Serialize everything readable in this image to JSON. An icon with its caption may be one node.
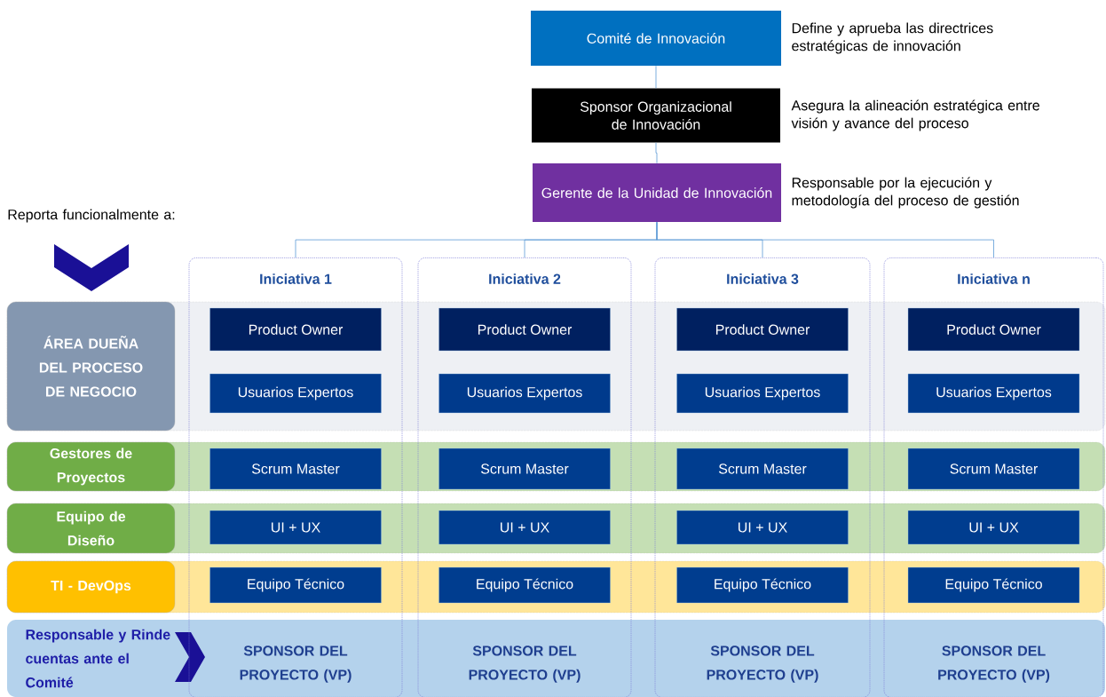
{
  "diagram": {
    "nodes": [
      {
        "text": [
          "Comité de Innovación"
        ],
        "beside": [
          "Define y aprueba las directrices estratégicas de innovación"
        ]
      },
      {
        "text": [
          "Sponsor Organizacional de Innovación"
        ],
        "beside": [
          "Asegura la alineación estratégica entre visión y avance del proceso"
        ]
      },
      {
        "text": [
          "Gerente de la Unidad de Innovación"
        ],
        "beside": [
          "Responsable por la ejecución y metodología del proceso de gestión"
        ]
      },
      {
        "text": [
          "ÁREA DUEÑA DEL PROCESO DE NEGOCIO"
        ]
      },
      {
        "text": [
          "Gestores de Proyectos"
        ]
      },
      {
        "text": [
          "Equipo de Diseño"
        ]
      },
      {
        "text": [
          "TI - DevOps"
        ]
      },
      {
        "text": [
          "Responsable y Rinde cuentas ante el Comité"
        ]
      },
      {
        "text": [
          "Iniciativa 1"
        ]
      },
      {
        "text": [
          "Product Owner"
        ],
        "in": 8
      },
      {
        "text": [
          "Usuarios Expertos"
        ],
        "in": 8
      },
      {
        "text": [
          "Scrum Master"
        ],
        "in": 8
      },
      {
        "text": [
          "UI + UX"
        ],
        "in": 8
      },
      {
        "text": [
          "Equipo Técnico"
        ],
        "in": 8
      },
      {
        "text": [
          "SPONSOR DEL PROYECTO (VP)"
        ]
      },
      {
        "text": [
          "Iniciativa 2"
        ]
      },
      {
        "text": [
          "Product Owner"
        ],
        "in": 15
      },
      {
        "text": [
          "Usuarios Expertos"
        ],
        "in": 15
      },
      {
        "text": [
          "Scrum Master"
        ],
        "in": 15
      },
      {
        "text": [
          "UI + UX"
        ],
        "in": 15
      },
      {
        "text": [
          "Equipo Técnico"
        ],
        "in": 15
      },
      {
        "text": [
          "SPONSOR DEL PROYECTO (VP)"
        ]
      },
      {
        "text": [
          "Iniciativa 3"
        ]
      },
      {
        "text": [
          "Product Owner"
        ],
        "in": 22
      },
      {
        "text": [
          "Usuarios Expertos"
        ],
        "in": 22
      },
      {
        "text": [
          "Scrum Master"
        ],
        "in": 22
      },
      {
        "text": [
          "UI + UX"
        ],
        "in": 22
      },
      {
        "text": [
          "Equipo Técnico"
        ],
        "in": 22
      },
      {
        "text": [
          "SPONSOR DEL PROYECTO (VP)"
        ]
      },
      {
        "text": [
          "Iniciativa n"
        ]
      },
      {
        "text": [
          "Product Owner"
        ],
        "in": 29
      },
      {
        "text": [
          "Usuarios Expertos"
        ],
        "in": 29
      },
      {
        "text": [
          "Scrum Master"
        ],
        "in": 29
      },
      {
        "text": [
          "UI + UX"
        ],
        "in": 29
      },
      {
        "text": [
          "Equipo Técnico"
        ],
        "in": 29
      },
      {
        "text": [
          "SPONSOR DEL PROYECTO (VP)"
        ]
      }
    ],
    "edges": [
      {
        "from": 0,
        "to": 1,
        "arrow": "none"
      },
      {
        "from": 1,
        "to": 2,
        "arrow": "none"
      },
      {
        "from": 2,
        "to": 8,
        "arrow": "none"
      },
      {
        "from": 2,
        "to": 15,
        "arrow": "none"
      },
      {
        "from": 2,
        "to": 22,
        "arrow": "none"
      },
      {
        "from": 2,
        "to": 29,
        "arrow": "none"
      }
    ],
    "labels": [
      "Reporta funcionalmente a:"
    ]
  }
}
